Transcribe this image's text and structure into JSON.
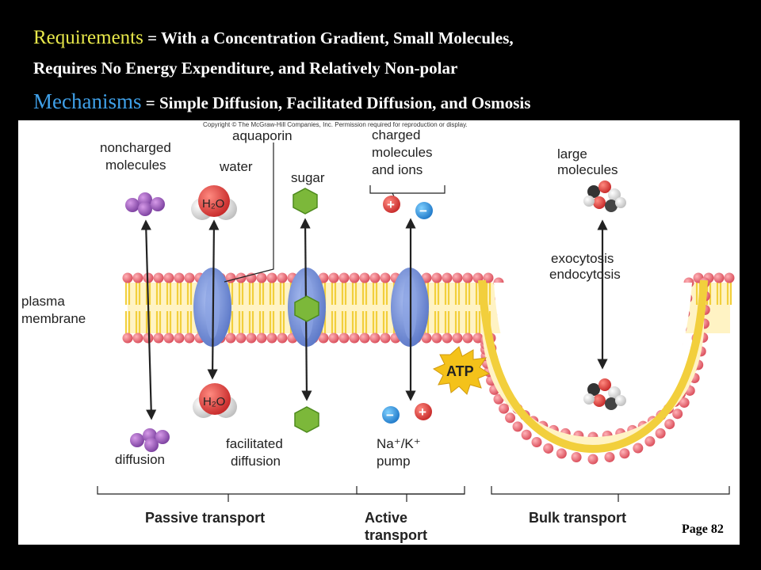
{
  "header": {
    "requirements_label": "Requirements",
    "requirements_text_1": " = With a Concentration Gradient, Small Molecules,",
    "requirements_text_2": "Requires No Energy Expenditure, and Relatively Non-polar",
    "mechanisms_label": "Mechanisms",
    "mechanisms_text": " = Simple Diffusion, Facilitated Diffusion, and Osmosis"
  },
  "figure": {
    "copyright": "Copyright © The McGraw-Hill Companies, Inc. Permission required for reproduction or display.",
    "labels": {
      "noncharged_1": "noncharged",
      "noncharged_2": "molecules",
      "aquaporin": "aquaporin",
      "water": "water",
      "sugar": "sugar",
      "charged_1": "charged",
      "charged_2": "molecules",
      "charged_3": "and ions",
      "large_1": "large",
      "large_2": "molecules",
      "exocytosis": "exocytosis",
      "endocytosis": "endocytosis",
      "plasma": "plasma",
      "membrane": "membrane",
      "atp": "ATP",
      "diffusion": "diffusion",
      "facilitated_1": "facilitated",
      "facilitated_2": "diffusion",
      "pump_1": "Na⁺/K⁺",
      "pump_2": "pump",
      "passive_transport": "Passive transport",
      "active_1": "Active",
      "active_2": "transport",
      "bulk_transport": "Bulk transport",
      "h2o_top": "H₂O",
      "h2o_bottom": "H₂O",
      "plus_top": "+",
      "minus_top": "−",
      "plus_bottom": "+",
      "minus_bottom": "−"
    }
  },
  "page_label": "Page 82",
  "colors": {
    "requirements": "#e8e84a",
    "mechanisms": "#3fa0e8",
    "lipid_head": "#e8707a",
    "lipid_tail": "#f2cf3c",
    "protein": "#6f8fd6",
    "sugar": "#7cb83a",
    "atp": "#f4c21a"
  }
}
